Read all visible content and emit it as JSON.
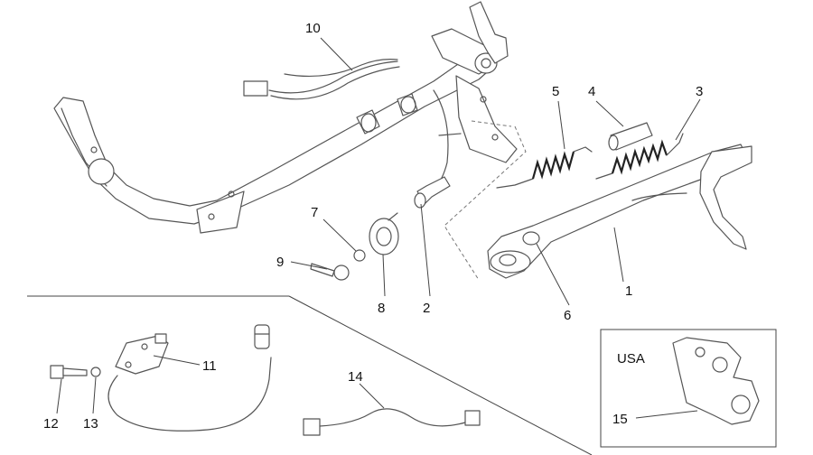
{
  "callouts": [
    {
      "id": "1",
      "text": "1"
    },
    {
      "id": "2",
      "text": "2"
    },
    {
      "id": "3",
      "text": "3"
    },
    {
      "id": "4",
      "text": "4"
    },
    {
      "id": "5",
      "text": "5"
    },
    {
      "id": "6",
      "text": "6"
    },
    {
      "id": "7",
      "text": "7"
    },
    {
      "id": "8",
      "text": "8"
    },
    {
      "id": "9",
      "text": "9"
    },
    {
      "id": "10",
      "text": "10"
    },
    {
      "id": "11",
      "text": "11"
    },
    {
      "id": "12",
      "text": "12"
    },
    {
      "id": "13",
      "text": "13"
    },
    {
      "id": "14",
      "text": "14"
    },
    {
      "id": "15",
      "text": "15"
    }
  ],
  "inset": {
    "region_label": "USA"
  }
}
